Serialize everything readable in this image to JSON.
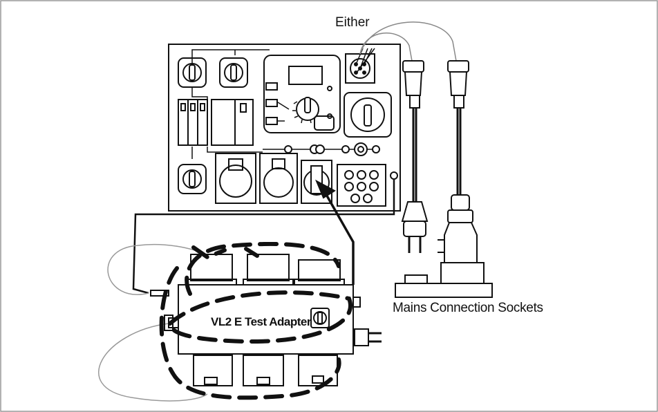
{
  "labels": {
    "either": "Either",
    "mains_connection_sockets": "Mains Connection Sockets",
    "adapter": "VL2 E Test Adapter"
  }
}
